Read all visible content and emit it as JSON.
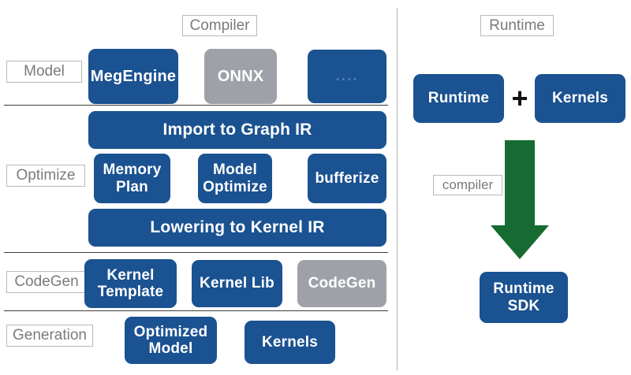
{
  "diagram": {
    "colors": {
      "blue": "#1b5291",
      "gray": "#9ea2a8",
      "green": "#156b31",
      "tag_text": "#7b7b7b",
      "tag_border": "#b9b9b9",
      "rule": "#3b3b3b",
      "divider": "#b0b0b0",
      "block_text": "#ffffff",
      "plus": "#111111"
    },
    "left_panel": {
      "title": "Compiler",
      "stage_labels": {
        "model": "Model",
        "optimize": "Optimize",
        "codegen": "CodeGen",
        "generation": "Generation"
      },
      "rows": {
        "model_row": [
          {
            "label": "MegEngine",
            "style": "blue"
          },
          {
            "label": "ONNX",
            "style": "gray"
          },
          {
            "label": "....",
            "style": "dots"
          }
        ],
        "import_bar": {
          "label": "Import to Graph IR",
          "style": "blue"
        },
        "optimize_row": [
          {
            "label": "Memory\nPlan",
            "style": "blue"
          },
          {
            "label": "Model\nOptimize",
            "style": "blue"
          },
          {
            "label": "bufferize",
            "style": "blue"
          }
        ],
        "lowering_bar": {
          "label": "Lowering to Kernel IR",
          "style": "blue"
        },
        "codegen_row": [
          {
            "label": "Kernel\nTemplate",
            "style": "blue"
          },
          {
            "label": "Kernel Lib",
            "style": "blue"
          },
          {
            "label": "CodeGen",
            "style": "gray"
          }
        ],
        "generation_row": [
          {
            "label": "Optimized\nModel",
            "style": "blue"
          },
          {
            "label": "Kernels",
            "style": "blue"
          }
        ]
      }
    },
    "right_panel": {
      "title": "Runtime",
      "inputs": [
        {
          "label": "Runtime",
          "style": "blue"
        },
        {
          "label": "Kernels",
          "style": "blue"
        }
      ],
      "operator": "+",
      "arrow_label": "compiler",
      "output": {
        "label": "Runtime\nSDK",
        "style": "blue"
      }
    }
  }
}
